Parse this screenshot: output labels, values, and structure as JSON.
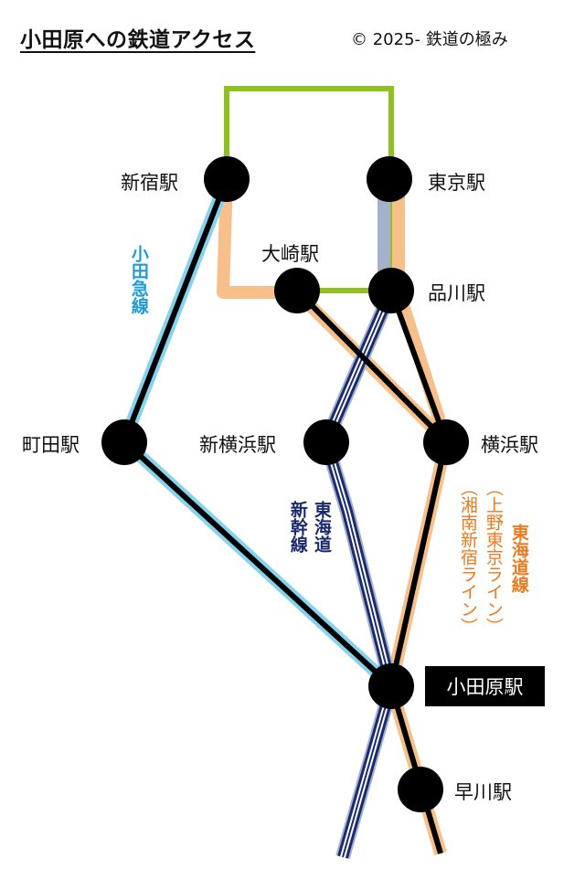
{
  "title": "小田原への鉄道アクセス",
  "copyright": "© 2025- 鉄道の極み",
  "stations": {
    "shinjuku": "新宿駅",
    "tokyo": "東京駅",
    "osaki": "大崎駅",
    "shinagawa": "品川駅",
    "machida": "町田駅",
    "shin_yokohama": "新横浜駅",
    "yokohama": "横浜駅",
    "odawara": "小田原駅",
    "hayakawa": "早川駅"
  },
  "lines": {
    "odakyu": "小田急線",
    "shinkansen_col1": "東海道",
    "shinkansen_col2": "新幹線",
    "tokaido_col1": "東海道線",
    "tokaido_col2": "（上野東京ライン）",
    "tokaido_col3": "（湘南新宿ライン）"
  },
  "colors": {
    "odakyu": "#87d3ee",
    "yamanote": "#8ec31f",
    "tokaido": "#f7bf8a",
    "shinkansen": "#1a2a6c",
    "odakyu_text": "#1e9bd7",
    "shinkansen_text": "#1a2a6c",
    "tokaido_text": "#ec7a1c"
  }
}
